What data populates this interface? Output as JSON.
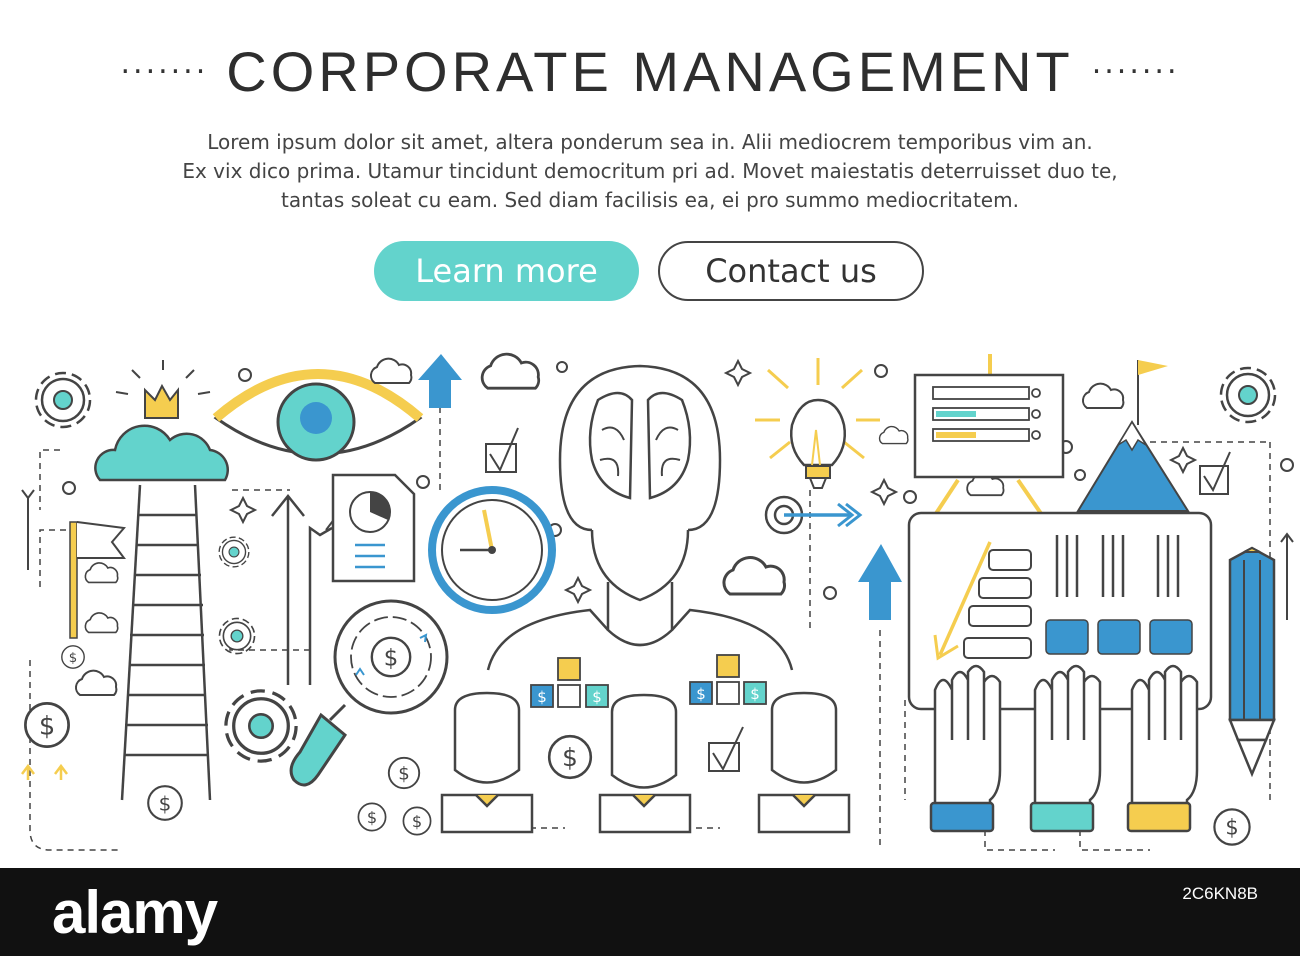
{
  "header": {
    "title": "CORPORATE MANAGEMENT",
    "description": [
      "Lorem ipsum dolor sit amet, altera ponderum sea in. Alii mediocrem temporibus vim an.",
      "Ex vix dico prima. Utamur tincidunt democritum pri ad. Movet maiestatis deterruisset duo te,",
      "tantas soleat cu eam. Sed diam facilisis ea, ei pro summo mediocritatem."
    ],
    "learn_more_label": "Learn more",
    "contact_label": "Contact us"
  },
  "illustration": {
    "dollar_symbol": "$",
    "icons": [
      "gear-icon",
      "crown-icon",
      "eye-icon",
      "cloud-icon",
      "arrow-up-icon",
      "checkbox-icon",
      "head-brain-icon",
      "lightbulb-icon",
      "presentation-board-icon",
      "mountain-flag-icon",
      "ladder-icon",
      "flag-icon",
      "document-chart-icon",
      "clock-icon",
      "target-icon",
      "magnifier-icon",
      "person-icon",
      "hand-icon",
      "pencil-icon",
      "sparkle-icon"
    ]
  },
  "footer": {
    "logo": "alamy",
    "image_code": "2C6KN8B"
  },
  "colors": {
    "teal": "#63d3cc",
    "blue": "#3a96cf",
    "yellow": "#f5cd4f",
    "line": "#444444"
  }
}
